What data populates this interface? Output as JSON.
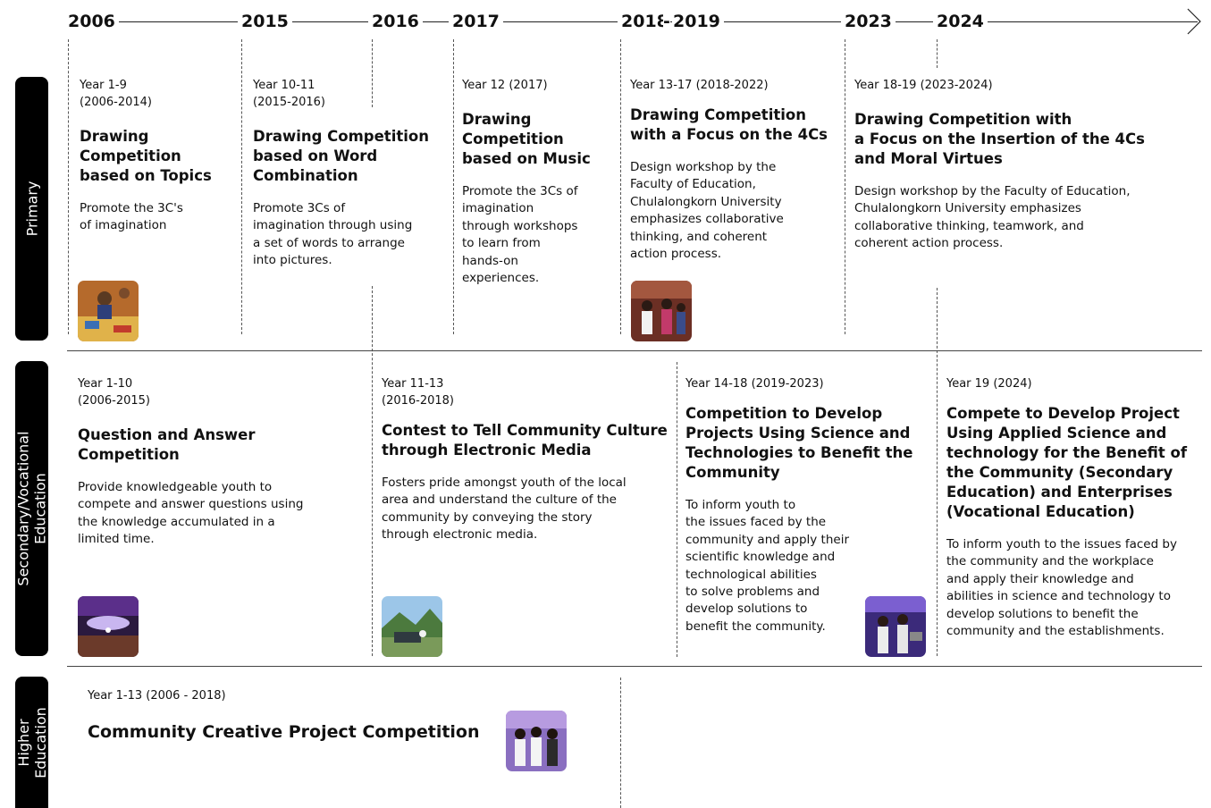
{
  "timeline": {
    "years": [
      "2006",
      "2015",
      "2016",
      "2017",
      "2018",
      "2019",
      "2023",
      "2024"
    ],
    "separator": "-"
  },
  "bands": {
    "primary": "Primary",
    "secondary": "Secondary/Vocational\nEducation",
    "higher": "Higher\nEducation"
  },
  "primary": [
    {
      "year_label": "Year 1-9\n(2006-2014)",
      "title": "Drawing\nCompetition\nbased on Topics",
      "description": "Promote the 3C's\nof imagination"
    },
    {
      "year_label": "Year 10-11\n(2015-2016)",
      "title": "Drawing Competition\nbased on Word\nCombination",
      "description": "Promote 3Cs of\nimagination through using\na set of words to arrange\ninto pictures."
    },
    {
      "year_label": "Year 12 (2017)",
      "title": "Drawing\nCompetition\nbased on Music",
      "description": "Promote the 3Cs of\nimagination\nthrough workshops\nto learn from\nhands-on\nexperiences."
    },
    {
      "year_label": "Year 13-17 (2018-2022)",
      "title": "Drawing Competition\nwith a Focus on the 4Cs",
      "description": "Design workshop by the\nFaculty of Education,\nChulalongkorn University\nemphasizes collaborative\nthinking, and coherent\naction process."
    },
    {
      "year_label": "Year 18-19 (2023-2024)",
      "title": "Drawing Competition with\na Focus on the Insertion of the 4Cs\nand Moral Virtues",
      "description": "Design workshop by the Faculty of Education,\nChulalongkorn University emphasizes\ncollaborative thinking, teamwork, and\ncoherent action process."
    }
  ],
  "secondary": [
    {
      "year_label": "Year 1-10\n(2006-2015)",
      "title": "Question and Answer\nCompetition",
      "description": "Provide knowledgeable youth to\ncompete and answer questions using\nthe knowledge accumulated in a\nlimited time."
    },
    {
      "year_label": "Year 11-13\n(2016-2018)",
      "title": "Contest to Tell Community Culture\nthrough Electronic Media",
      "description": "Fosters pride amongst youth of the local\narea and understand the culture of the\ncommunity by conveying the story\nthrough electronic media."
    },
    {
      "year_label": "Year 14-18 (2019-2023)",
      "title": "Competition to Develop\nProjects Using Science and\nTechnologies to Benefit the\nCommunity",
      "description": "To inform youth to\nthe issues faced by the\ncommunity and apply their\nscientific knowledge and\ntechnological abilities\nto solve problems and\ndevelop solutions to\nbenefit the community."
    },
    {
      "year_label": "Year 19 (2024)",
      "title": "Compete to Develop Project\nUsing Applied Science and\ntechnology for the Benefit of\nthe Community (Secondary\nEducation) and Enterprises\n(Vocational Education)",
      "description": "To inform youth to the issues faced by\nthe community and the workplace\nand apply their knowledge and\nabilities in science and technology to\ndevelop solutions to benefit the\ncommunity and the establishments."
    }
  ],
  "higher": [
    {
      "year_label": "Year 1-13 (2006 - 2018)",
      "title": "Community Creative Project Competition"
    }
  ]
}
